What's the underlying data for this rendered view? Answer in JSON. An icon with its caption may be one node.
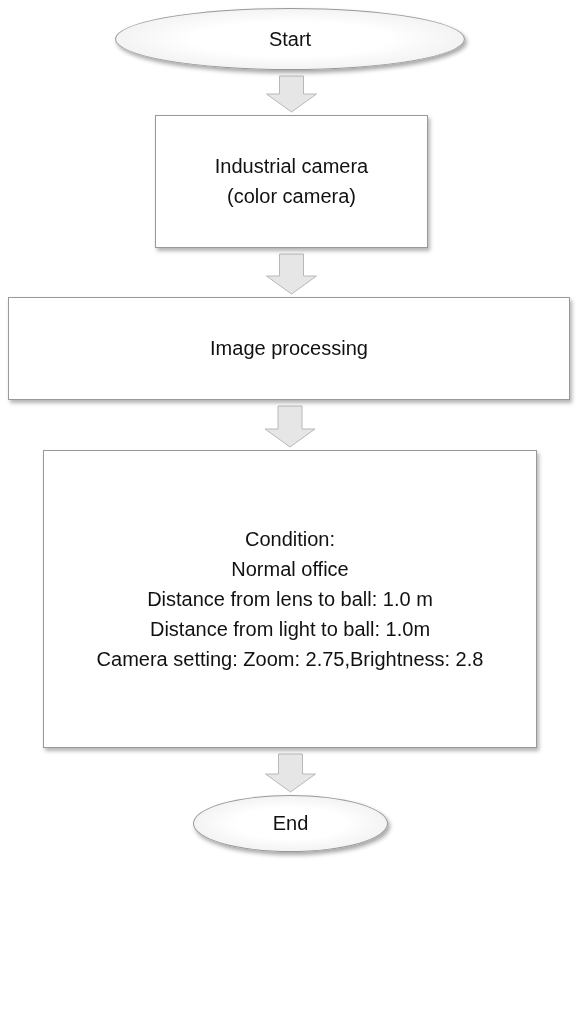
{
  "diagram": {
    "nodes": [
      {
        "text": [
          "Start"
        ]
      },
      {
        "text": [
          "Industrial camera",
          "(color camera)"
        ]
      },
      {
        "text": [
          "Image processing"
        ]
      },
      {
        "text": [
          "Condition:",
          "Normal office",
          "Distance from lens to ball: 1.0 m",
          "Distance from light to ball: 1.0m",
          "Camera setting: Zoom: 2.75,Brightness: 2.8"
        ]
      },
      {
        "text": [
          "End"
        ]
      }
    ],
    "edges": [
      {
        "from": 0,
        "to": 1,
        "arrow": "to"
      },
      {
        "from": 1,
        "to": 2,
        "arrow": "to"
      },
      {
        "from": 2,
        "to": 3,
        "arrow": "to"
      },
      {
        "from": 3,
        "to": 4,
        "arrow": "to"
      }
    ]
  }
}
